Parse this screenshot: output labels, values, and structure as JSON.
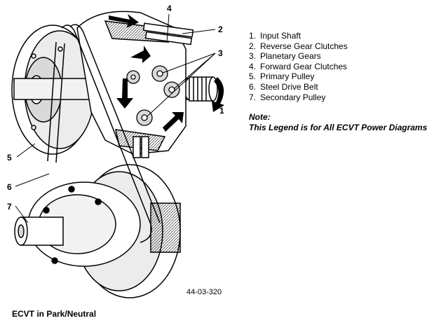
{
  "callouts": [
    "1",
    "2",
    "3",
    "4",
    "5",
    "6",
    "7"
  ],
  "legend": [
    {
      "num": "1.",
      "label": "Input Shaft"
    },
    {
      "num": "2.",
      "label": "Reverse Gear Clutches"
    },
    {
      "num": "3.",
      "label": "Planetary Gears"
    },
    {
      "num": "4.",
      "label": "Forward Gear Clutches"
    },
    {
      "num": "5.",
      "label": "Primary Pulley"
    },
    {
      "num": "6.",
      "label": "Steel Drive Belt"
    },
    {
      "num": "7.",
      "label": "Secondary Pulley"
    }
  ],
  "note": {
    "title": "Note:",
    "text": "This Legend is for All ECVT Power Diagrams"
  },
  "figure_code": "44-03-320",
  "caption": "ECVT in Park/Neutral",
  "colors": {
    "ink": "#000000",
    "background": "#ffffff",
    "shade": "#d9d9d9"
  }
}
